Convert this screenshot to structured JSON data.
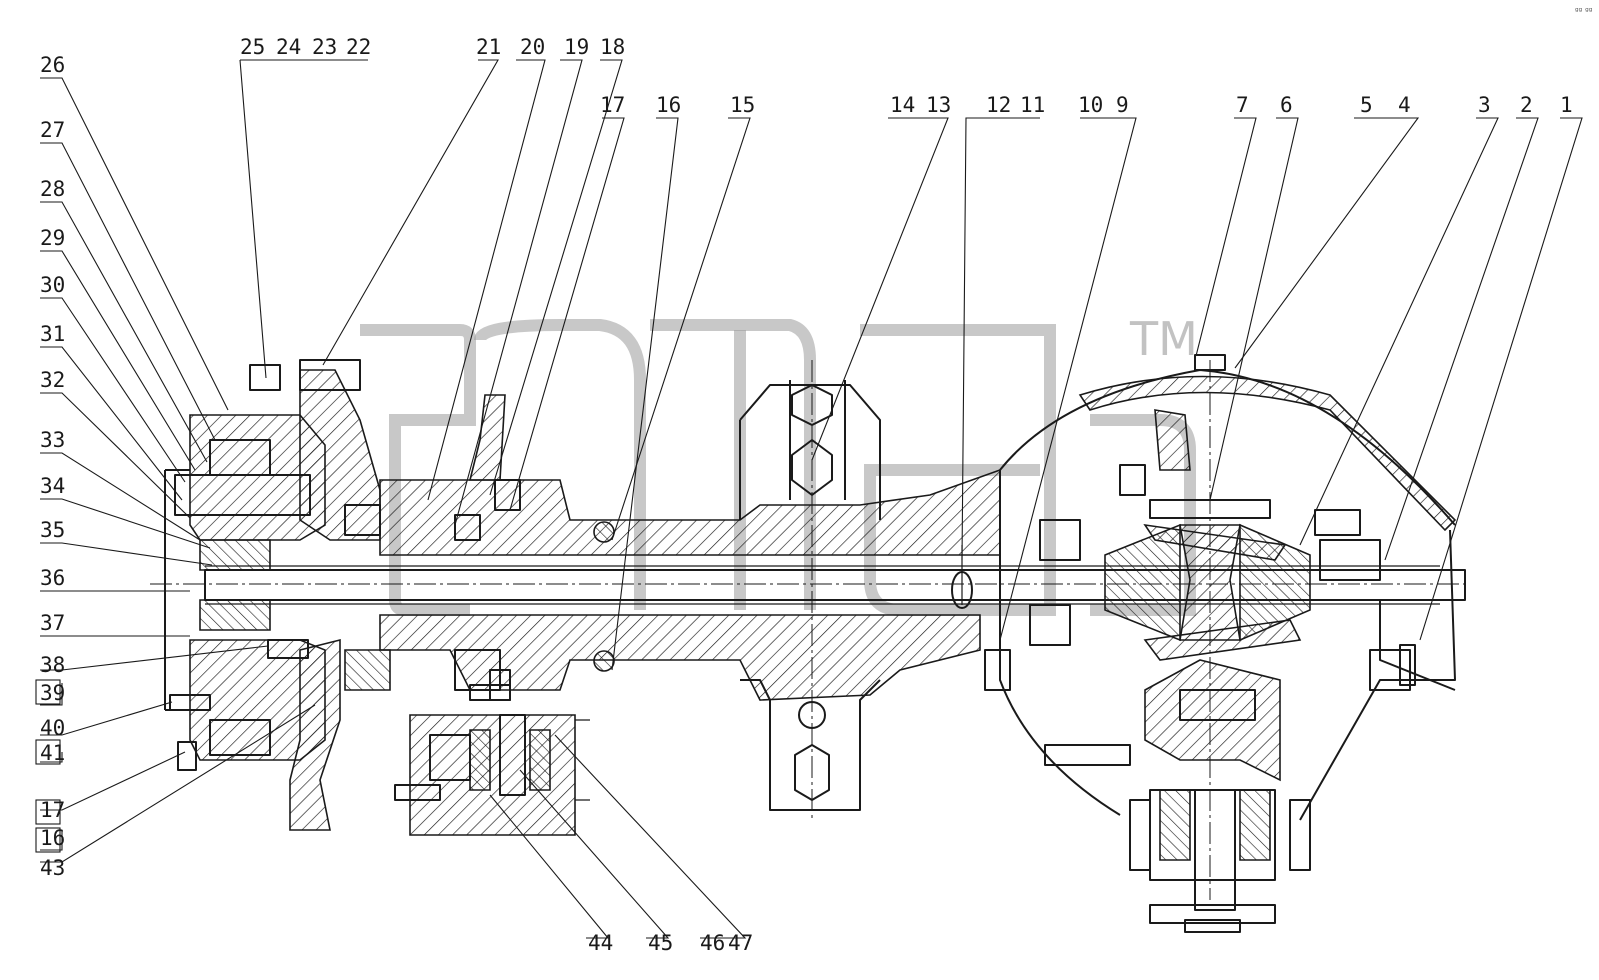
{
  "callouts": {
    "c1": "1",
    "c2": "2",
    "c3": "3",
    "c4": "4",
    "c5": "5",
    "c6": "6",
    "c7": "7",
    "c9": "9",
    "c10": "10",
    "c11": "11",
    "c12": "12",
    "c13": "13",
    "c14": "14",
    "c15": "15",
    "c16": "16",
    "c17": "17",
    "c18": "18",
    "c19": "19",
    "c20": "20",
    "c21": "21",
    "c22": "22",
    "c23": "23",
    "c24": "24",
    "c25": "25",
    "c26": "26",
    "c27": "27",
    "c28": "28",
    "c29": "29",
    "c30": "30",
    "c31": "31",
    "c32": "32",
    "c33": "33",
    "c34": "34",
    "c35": "35",
    "c36": "36",
    "c37": "37",
    "c38": "38",
    "c39": "39",
    "c40": "40",
    "c41": "41",
    "c17b": "17",
    "c16b": "16",
    "c43": "43",
    "c44": "44",
    "c45": "45",
    "c46": "46",
    "c47": "47"
  },
  "watermark": {
    "tm": "TM"
  },
  "corner_mark": "ᵍᵍ ᵍᵍ"
}
